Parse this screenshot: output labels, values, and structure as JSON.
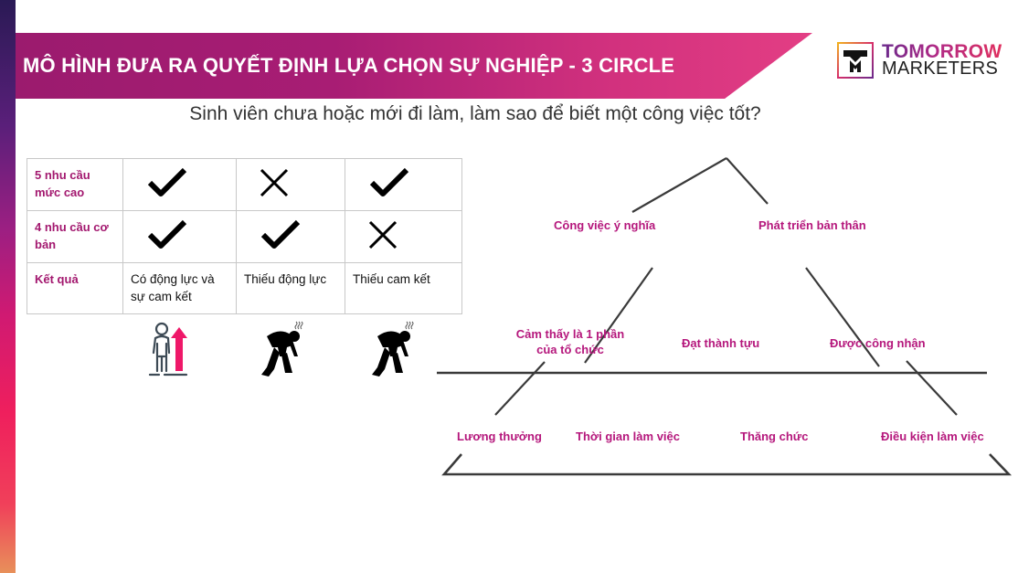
{
  "header": {
    "title": "MÔ HÌNH ĐƯA RA QUYẾT ĐỊNH LỰA CHỌN SỰ NGHIỆP - 3 CIRCLE",
    "banner_color_start": "#9b1b6e",
    "banner_color_end": "#e33e84"
  },
  "logo": {
    "line1": "TOMORROW",
    "line2": "MARKETERS",
    "icon": "tm-logo-icon"
  },
  "subtitle": "Sinh viên chưa hoặc mới đi làm, làm sao để biết một công việc tốt?",
  "table": {
    "rows": [
      {
        "label": "5 nhu cầu mức cao",
        "cells": [
          "check",
          "cross",
          "check"
        ]
      },
      {
        "label": "4 nhu cầu cơ bản",
        "cells": [
          "check",
          "check",
          "cross"
        ]
      },
      {
        "label": "Kết quả",
        "cells": [
          "Có động lực và sự cam kết",
          "Thiếu động lực",
          "Thiếu cam kết"
        ]
      }
    ],
    "label_color": "#a3186f"
  },
  "icons": [
    {
      "name": "person-growth-icon",
      "meaning": "motivated"
    },
    {
      "name": "exhausted-person-icon",
      "meaning": "lack of motivation"
    },
    {
      "name": "exhausted-person-icon",
      "meaning": "lack of commitment"
    }
  ],
  "pyramid": {
    "label_color": "#b5177c",
    "top": [
      "Công việc ý nghĩa",
      "Phát triển bản thân"
    ],
    "middle": [
      "Cảm thấy là 1 phần\ncủa tổ chức",
      "Đạt thành tựu",
      "Được công nhận"
    ],
    "bottom": [
      "Lương thưởng",
      "Thời gian làm việc",
      "Thăng chức",
      "Điều kiện làm việc"
    ],
    "labels": {
      "t1": "Công việc ý nghĩa",
      "t2": "Phát triển bản thân",
      "m1a": "Cảm thấy là 1 phần",
      "m1b": "của tổ chức",
      "m2": "Đạt thành tựu",
      "m3": "Được công nhận",
      "b1": "Lương thưởng",
      "b2": "Thời gian làm việc",
      "b3": "Thăng chức",
      "b4": "Điều kiện làm việc"
    }
  }
}
